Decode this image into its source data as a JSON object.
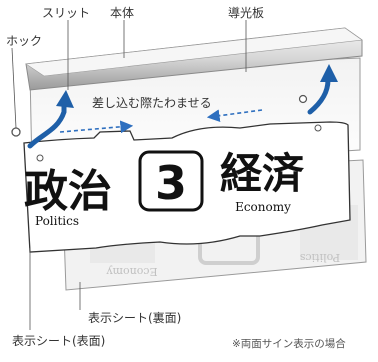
{
  "labels": {
    "hook": "ホック",
    "slit": "スリット",
    "body": "本体",
    "light_guide": "導光板",
    "insert_instruction": "差し込む際たわませる",
    "back_sheet": "表示シート(裏面)",
    "front_sheet": "表示シート(表面)",
    "footnote": "※両面サイン表示の場合"
  },
  "sign": {
    "left_kanji": "政治",
    "number": "3",
    "right_kanji": "経済",
    "left_english": "Politics",
    "right_english": "Economy"
  },
  "colors": {
    "arrow_blue": "#1e5fa8",
    "dash_blue": "#2e6fbf",
    "line_gray": "#555555",
    "text_dark": "#111111",
    "ghost": "#cfcfcf"
  }
}
